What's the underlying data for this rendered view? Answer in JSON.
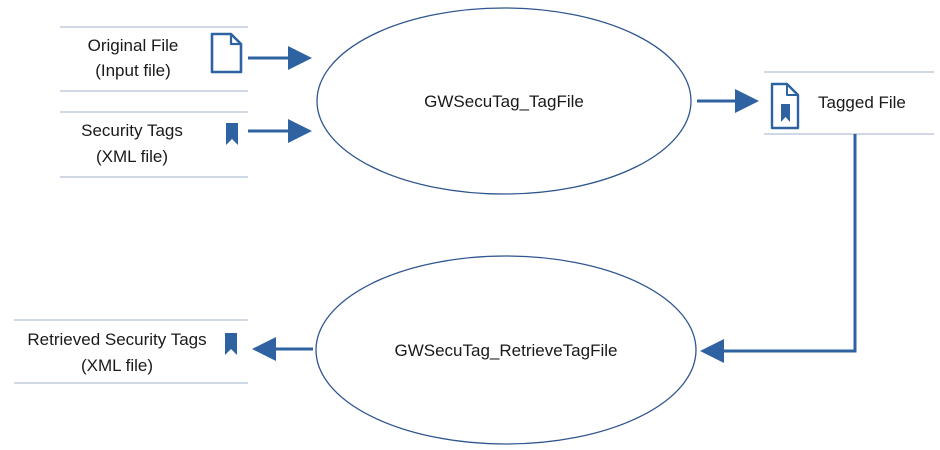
{
  "colors": {
    "accent": "#2e62a0",
    "ellipse_stroke": "#2f5590",
    "store_line": "#9fb2c8",
    "text": "#1a1a1a"
  },
  "inputs": {
    "original_file": {
      "line1": "Original File",
      "line2": "(Input file)",
      "icon": "document-icon"
    },
    "security_tags": {
      "line1": "Security Tags",
      "line2": "(XML file)",
      "icon": "bookmark-icon"
    }
  },
  "processes": {
    "tag_file": {
      "label": "GWSecuTag_TagFile"
    },
    "retrieve_tag_file": {
      "label": "GWSecuTag_RetrieveTagFile"
    }
  },
  "outputs": {
    "tagged_file": {
      "label": "Tagged File",
      "icon": "tagged-document-icon"
    },
    "retrieved_tags": {
      "line1": "Retrieved Security Tags",
      "line2": "(XML file)",
      "icon": "bookmark-icon"
    }
  }
}
